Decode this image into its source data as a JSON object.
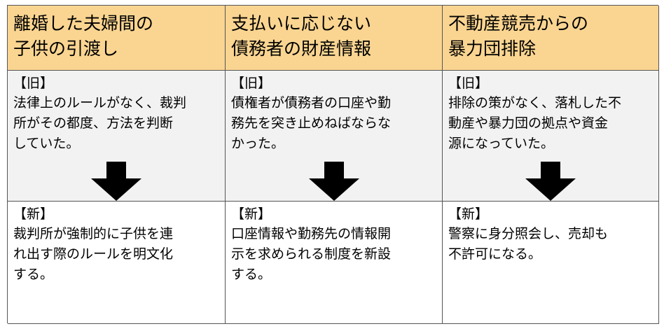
{
  "columns": [
    {
      "header": "離婚した夫婦間の\n子供の引渡し",
      "old_tag": "【旧】",
      "old_text": "法律上のルールがなく、裁判\n所がその都度、方法を判断\nしていた。",
      "new_tag": "【新】",
      "new_text": "裁判所が強制的に子供を連\nれ出す際のルールを明文化\nする。"
    },
    {
      "header": "支払いに応じない\n債務者の財産情報",
      "old_tag": "【旧】",
      "old_text": "債権者が債務者の口座や勤\n務先を突き止めねばならな\nかった。",
      "new_tag": "【新】",
      "new_text": "口座情報や勤務先の情報開\n示を求められる制度を新設\nする。"
    },
    {
      "header": "不動産競売からの\n暴力団排除",
      "old_tag": "【旧】",
      "old_text": "排除の策がなく、落札した不\n動産や暴力団の拠点や資金\n源になっていた。",
      "new_tag": "【新】",
      "new_text": "警察に身分照会し、売却も\n不許可になる。"
    }
  ],
  "colors": {
    "header_bg": "#fad591",
    "old_bg": "#f2f2f2",
    "new_bg": "#ffffff",
    "border": "#555555",
    "arrow": "#000000"
  },
  "icons": {
    "transition_arrow": "down-arrow-icon"
  }
}
